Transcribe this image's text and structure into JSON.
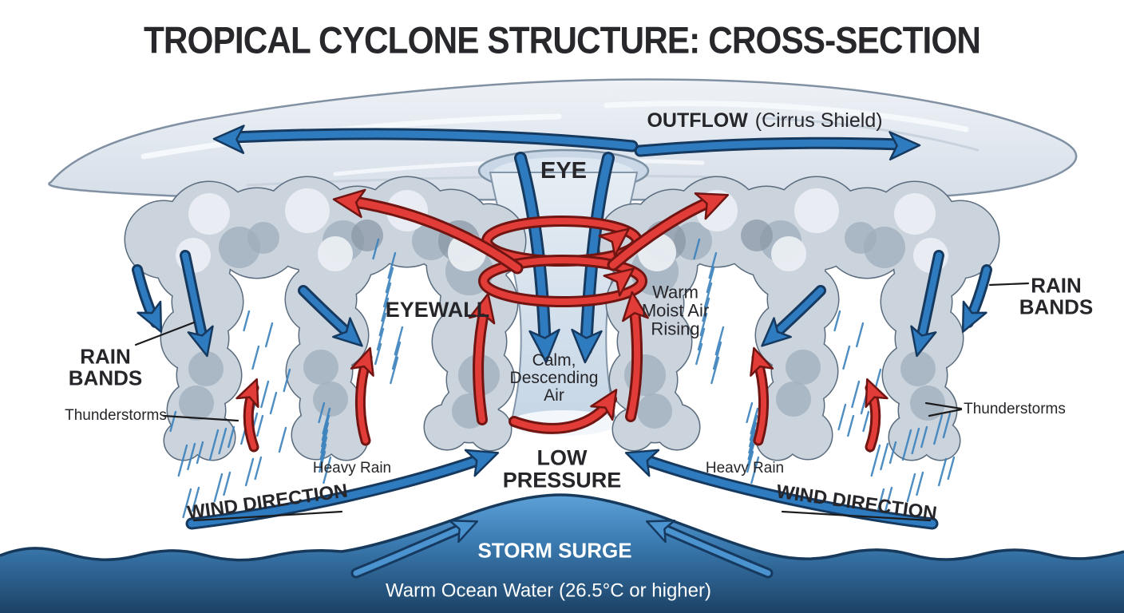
{
  "title": "TROPICAL CYCLONE STRUCTURE: CROSS-SECTION",
  "labels": {
    "outflow_bold": "OUTFLOW",
    "outflow_rest": "(Cirrus Shield)",
    "eye": "EYE",
    "eyewall": "EYEWALL",
    "warm_moist_1": "Warm",
    "warm_moist_2": "Moist Air",
    "warm_moist_3": "Rising",
    "calm_1": "Calm,",
    "calm_2": "Descending",
    "calm_3": "Air",
    "rain_bands_1": "RAIN",
    "rain_bands_2": "BANDS",
    "thunderstorms": "Thunderstorms",
    "heavy_rain": "Heavy Rain",
    "low_pressure_1": "LOW",
    "low_pressure_2": "PRESSURE",
    "wind_direction": "WIND DIRECTION",
    "storm_surge": "STORM SURGE",
    "warm_ocean": "Warm Ocean Water (26.5°C or higher)"
  },
  "colors": {
    "background": "#ffffff",
    "text_dark": "#26262a",
    "text_white": "#ffffff",
    "arrow_blue": "#2e7bbf",
    "arrow_blue_outline": "#16395f",
    "arrow_red": "#e23c38",
    "arrow_red_outline": "#701511",
    "surge_arrow_blue": "#4a93cf",
    "cloud_fill": "#cbd4dd",
    "cloud_outline": "#5a6c7e",
    "cloud_shadow": "#9fadbb",
    "cloud_shadow_deep": "#8795a5",
    "cloud_highlight": "#eaeef3",
    "cirrus_fill": "#e3e9f0",
    "eye_fill": "#dce6f0",
    "rain_blue": "#3b82bd",
    "ocean_top": "#5da1d8",
    "ocean_mid": "#3c7db4",
    "ocean_bottom": "#1c4266",
    "ocean_line": "#173a5c",
    "leader_line": "#1c1c1e"
  }
}
